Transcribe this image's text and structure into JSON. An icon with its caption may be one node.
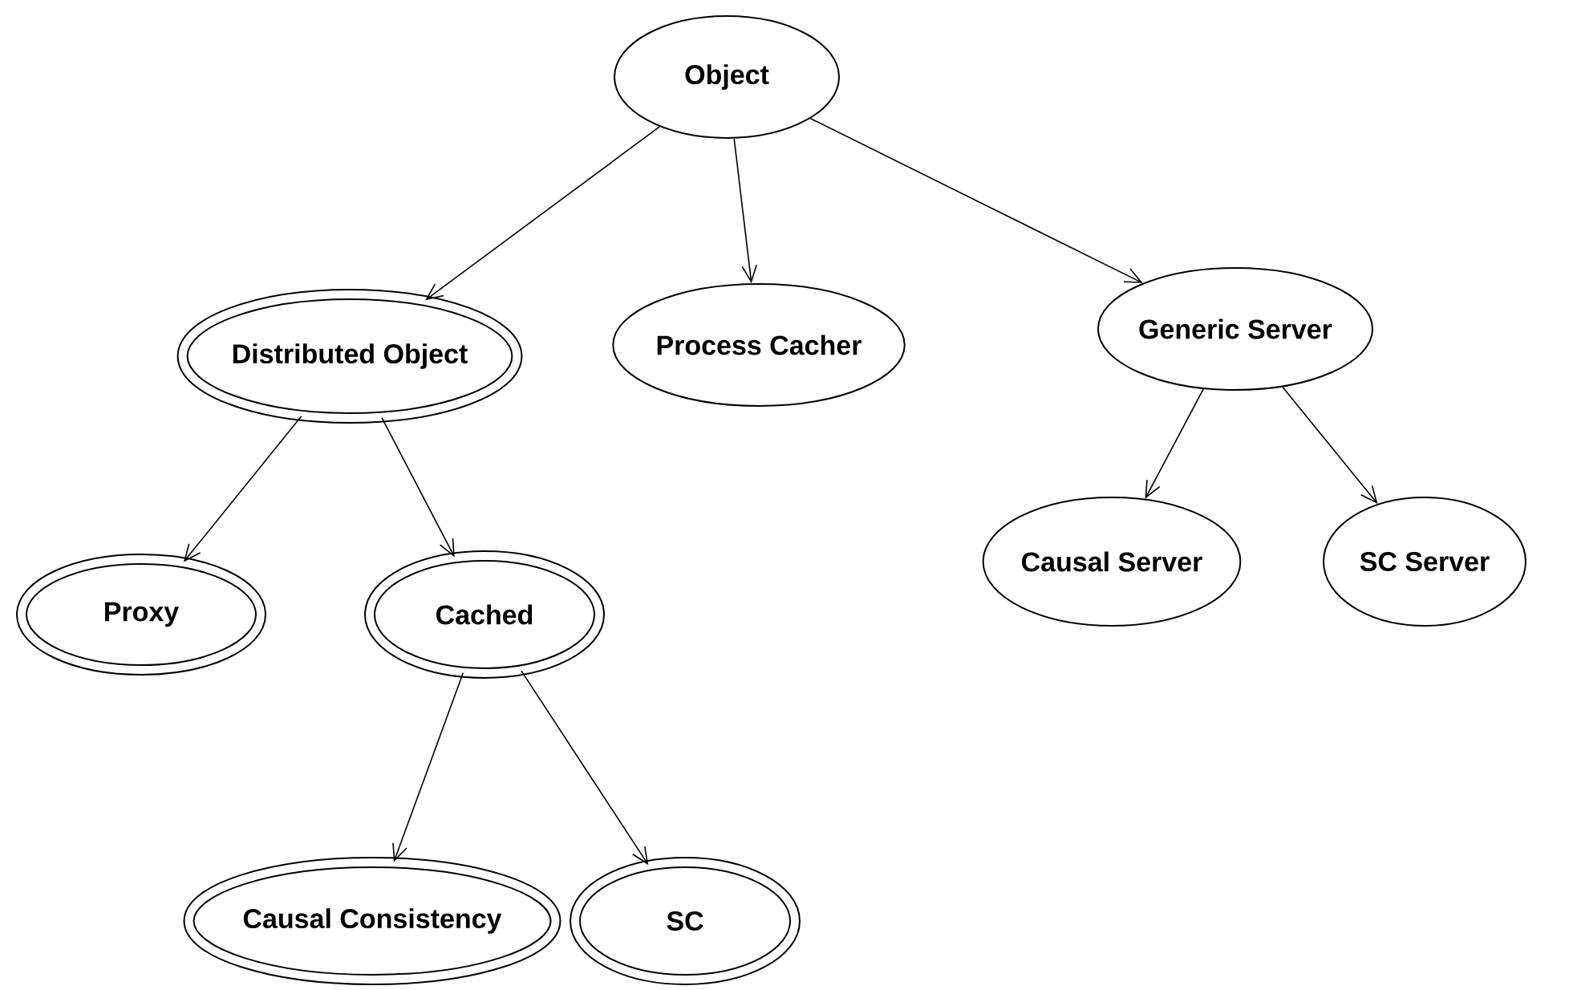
{
  "diagram": {
    "nodes": [
      {
        "text": [
          "Object"
        ]
      },
      {
        "text": [
          "Distributed Object"
        ]
      },
      {
        "text": [
          "Process Cacher"
        ]
      },
      {
        "text": [
          "Generic Server"
        ]
      },
      {
        "text": [
          "Proxy"
        ]
      },
      {
        "text": [
          "Cached"
        ]
      },
      {
        "text": [
          "Causal Server"
        ]
      },
      {
        "text": [
          "SC Server"
        ]
      },
      {
        "text": [
          "Causal Consistency"
        ]
      },
      {
        "text": [
          "SC"
        ]
      }
    ],
    "edges": [
      {
        "from": 0,
        "to": 1,
        "arrow": "to"
      },
      {
        "from": 0,
        "to": 2,
        "arrow": "to"
      },
      {
        "from": 0,
        "to": 3,
        "arrow": "to"
      },
      {
        "from": 1,
        "to": 4,
        "arrow": "to"
      },
      {
        "from": 1,
        "to": 5,
        "arrow": "to"
      },
      {
        "from": 3,
        "to": 6,
        "arrow": "to"
      },
      {
        "from": 3,
        "to": 7,
        "arrow": "to"
      },
      {
        "from": 5,
        "to": 8,
        "arrow": "to"
      },
      {
        "from": 5,
        "to": 9,
        "arrow": "to"
      }
    ]
  }
}
